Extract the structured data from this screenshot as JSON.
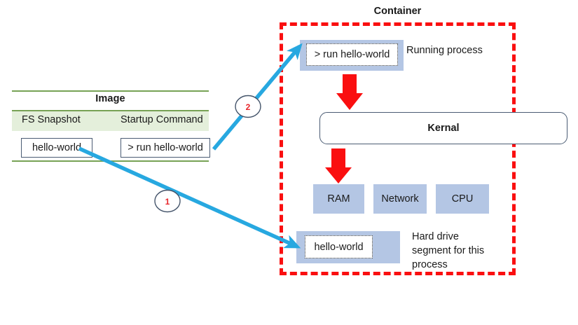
{
  "diagram": {
    "title_left": "Image",
    "title_right": "Container",
    "background_color": "#ffffff"
  },
  "image_table": {
    "title": "Image",
    "headers": [
      "FS Snapshot",
      "Startup Command"
    ],
    "cells": [
      "hello-world",
      "> run hello-world"
    ],
    "rule_color": "#77a255",
    "header_band_color": "#e4efdb",
    "cell_border_color": "#4a5b73"
  },
  "container": {
    "title": "Container",
    "border_color": "#fa0f10",
    "border_style": "dashed",
    "process": {
      "command": "> run hello-world",
      "label": "Running process",
      "fill_color": "#b4c6e4"
    },
    "kernal": {
      "label": "Kernal",
      "border_color": "#4a5b73"
    },
    "resources": [
      {
        "label": "RAM"
      },
      {
        "label": "Network"
      },
      {
        "label": "CPU"
      }
    ],
    "resource_fill_color": "#b4c6e4",
    "hard_drive": {
      "snapshot": "hello-world",
      "label_line1": "Hard drive",
      "label_line2": "segment for this",
      "label_line3": "process",
      "fill_color": "#b4c6e4"
    },
    "flow_arrow_color": "#fa0f10"
  },
  "connectors": {
    "color": "#27a8e0",
    "marker_outline_color": "#44546a",
    "marker_text_color": "#e8252a",
    "items": [
      {
        "number": "1",
        "from": "FS Snapshot hello-world",
        "to": "Hard drive segment hello-world"
      },
      {
        "number": "2",
        "from": "Startup Command > run hello-world",
        "to": "Running process > run hello-world"
      }
    ]
  }
}
